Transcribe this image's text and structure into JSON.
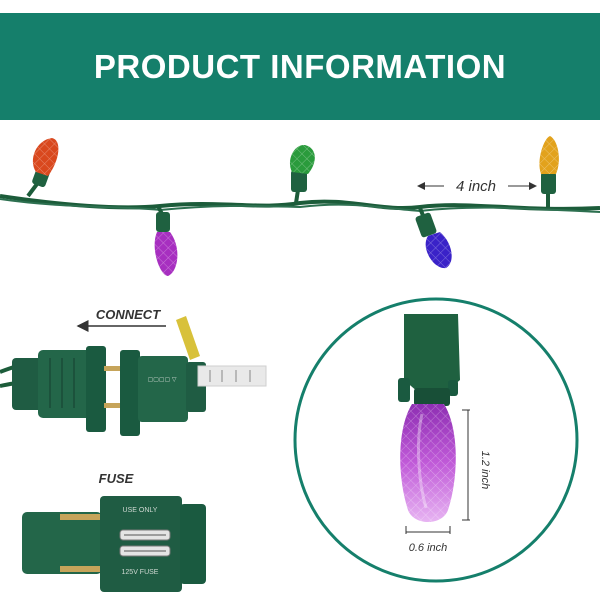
{
  "banner": {
    "title": "PRODUCT INFORMATION",
    "color": "#157f6b"
  },
  "string_lights": {
    "spacing_label": "4 inch",
    "bulb_colors": [
      "#d9481e",
      "#a72fc0",
      "#2a9b3c",
      "#3a22c8",
      "#e2a21c"
    ],
    "wire_color": "#1c5c3a"
  },
  "plug": {
    "connect_label": "CONNECT",
    "fuse_label": "FUSE",
    "plug_color": "#1f5c43"
  },
  "bulb_detail": {
    "height_label": "1.2 inch",
    "width_label": "0.6 inch",
    "bulb_color": "#b84fd6",
    "circle_color": "#157f6b"
  }
}
